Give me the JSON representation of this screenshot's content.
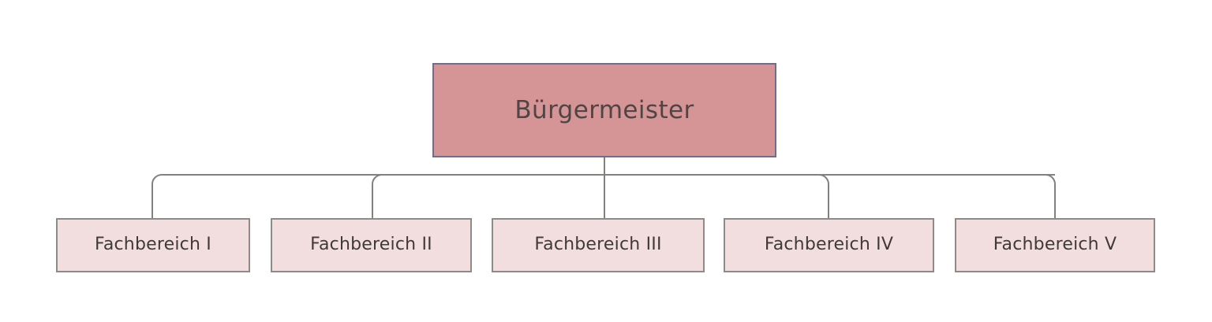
{
  "diagram": {
    "type": "organizational-chart",
    "title": "Bürgermeister",
    "background_color": "#ffffff",
    "root": {
      "label": "Bürgermeister",
      "fill_color": "#d59496",
      "border_color": "#6e6d8f",
      "text_color": "#4f4545"
    },
    "children": [
      {
        "label": "Fachbereich I"
      },
      {
        "label": "Fachbereich II"
      },
      {
        "label": "Fachbereich III"
      },
      {
        "label": "Fachbereich IV"
      },
      {
        "label": "Fachbereich V"
      }
    ],
    "child_style": {
      "fill_color": "#f2dedf",
      "border_color": "#8f8a88",
      "text_color": "#3f3a39"
    },
    "connector": {
      "color": "#84807e",
      "width": 2,
      "style": "rounded-elbow"
    }
  }
}
